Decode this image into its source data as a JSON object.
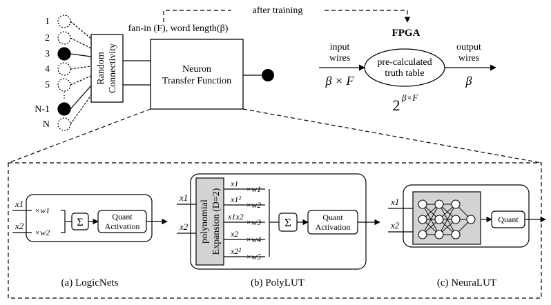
{
  "top": {
    "node_labels": [
      "1",
      "2",
      "3",
      "4",
      "5",
      "N-1",
      "N"
    ],
    "node_dots": "⋮",
    "random_connectivity": [
      "Random",
      "Connectivity"
    ],
    "fanin_label": "fan-in (F), word length(β)",
    "neuron_transfer": [
      "Neuron",
      "Transfer Function"
    ],
    "after_training": "after training",
    "fpga": "FPGA",
    "input_wires": [
      "input",
      "wires"
    ],
    "input_size": "β × F",
    "output_wires": [
      "output",
      "wires"
    ],
    "output_size": "β",
    "truth_table": [
      "pre-calculated",
      "truth table"
    ],
    "table_size_base": "2",
    "table_size_exp": "β×F"
  },
  "panels": {
    "logicnets": {
      "caption": "(a) LogicNets",
      "x1": "x1",
      "x2": "x2",
      "w1": "×w1",
      "w2": "×w2",
      "sum": "Σ",
      "quant_activation": [
        "Quant",
        "Activation"
      ]
    },
    "polylut": {
      "caption": "(b) PolyLUT",
      "x1": "x1",
      "x2": "x2",
      "expansion": [
        "polynomial",
        "Expansion (D=2)"
      ],
      "terms": [
        "x1",
        "x1²",
        "x1x2",
        "x2",
        "x2²"
      ],
      "weights": [
        "×w1",
        "×w2",
        "×w3",
        "×w4",
        "×w5"
      ],
      "sum": "Σ",
      "quant_activation": [
        "Quant",
        "Activation"
      ]
    },
    "neuralut": {
      "caption": "(c) NeuraLUT",
      "x1": "x1",
      "x2": "x2",
      "quant": "Quant"
    }
  }
}
